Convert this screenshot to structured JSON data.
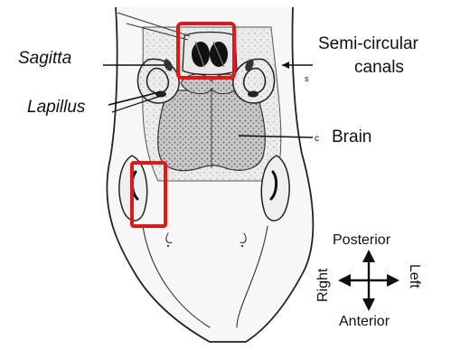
{
  "labels": {
    "sagitta": "Sagitta",
    "lapillus": "Lapillus",
    "semi_circular_line1": "Semi-circular",
    "semi_circular_line2": "canals",
    "brain": "Brain"
  },
  "compass": {
    "posterior": "Posterior",
    "anterior": "Anterior",
    "right": "Right",
    "left": "Left"
  },
  "small_marks": {
    "canal_mark": "s",
    "brain_mark": "c"
  },
  "colors": {
    "highlight_box": "#e01818",
    "ink": "#222222",
    "brain_fill": "#9a9a9a",
    "head_fill": "#f4f4f4"
  }
}
